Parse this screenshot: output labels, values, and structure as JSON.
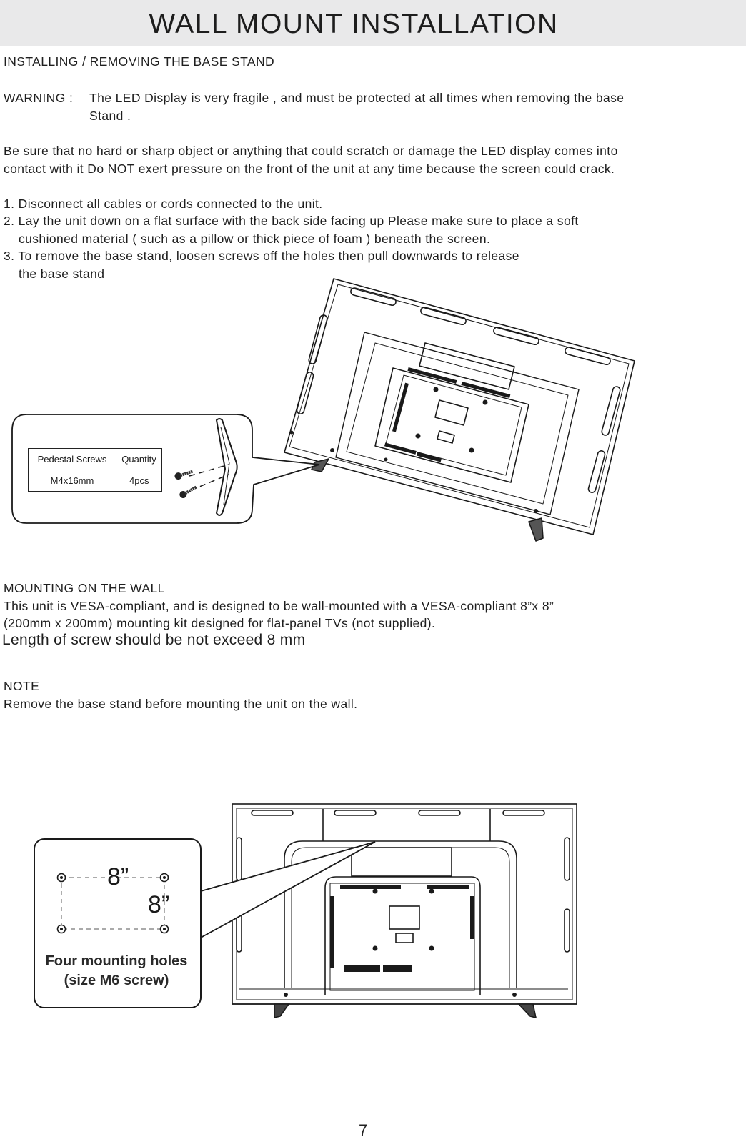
{
  "page_title": "WALL MOUNT INSTALLATION",
  "section1": {
    "heading": "INSTALLING / REMOVING THE BASE STAND",
    "warning_label": "WARNING  :",
    "warning_line1": "The LED  Display is very fragile , and must be protected at all times when removing the base",
    "warning_line2": "Stand .",
    "caution_line1": "Be sure that no hard or sharp object   or anything that could scratch or damage the LED display   comes into",
    "caution_line2": "contact with it   Do NOT exert pressure on the front of the unit at any time because the screen could crack.",
    "steps": [
      "1. Disconnect all cables or cords connected to the unit.",
      "2. Lay the unit down on a flat surface with the back side facing up   Please make sure to place a soft",
      "cushioned material ( such as a pillow or thick piece of foam ) beneath the screen.",
      "3. To remove the base stand, loosen screws off the holes then pull downwards to release",
      "the base stand"
    ]
  },
  "screw_table": {
    "col1_header": "Pedestal Screws",
    "col2_header": "Quantity",
    "col1_value": "M4x16mm",
    "col2_value": "4pcs"
  },
  "section2": {
    "heading": "MOUNTING ON THE WALL",
    "line1": "This unit is VESA-compliant, and is designed to be wall-mounted with a VESA-compliant 8”x 8”",
    "line2": "(200mm x 200mm) mounting kit designed for flat-panel TVs (not supplied).",
    "line3": "Length of screw should be not exceed  8 mm"
  },
  "note": {
    "heading": "NOTE",
    "text": "Remove the base stand before mounting the unit on the wall."
  },
  "hole_callout": {
    "width_label": "8”",
    "height_label": "8”",
    "caption_line1": "Four mounting holes",
    "caption_line2": "(size M6 screw)"
  },
  "page_number": "7"
}
